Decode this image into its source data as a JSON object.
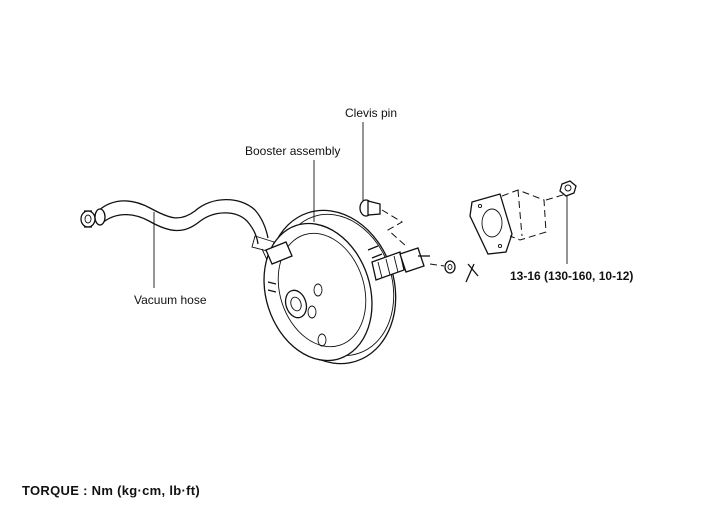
{
  "labels": {
    "clevis_pin": "Clevis pin",
    "booster_assembly": "Booster assembly",
    "vacuum_hose": "Vacuum hose",
    "torque_spec": "13-16  (130-160,  10-12)"
  },
  "footer": {
    "torque_units": "TORQUE  :  Nm  (kg·cm,  lb·ft)"
  }
}
